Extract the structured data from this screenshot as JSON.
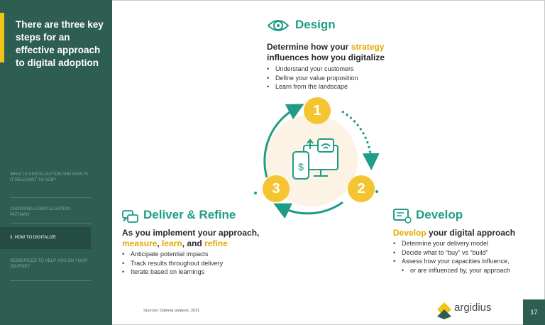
{
  "sidebar": {
    "headline": "There are three key steps for an effective approach to digital adoption",
    "nav": [
      {
        "label": "What is digitalization and how is it relevant to ADB?"
      },
      {
        "label": "Choosing a digitalization pathway"
      },
      {
        "label": "3. How to digitalize"
      },
      {
        "label": "Resources to help you on your journey"
      }
    ]
  },
  "design": {
    "title": "Design",
    "subhead_pre": "Determine how your ",
    "subhead_hl": "strategy",
    "subhead_post": "influences how you digitalize",
    "bullets": [
      "Understand your customers",
      "Define your value proposition",
      "Learn from the landscape"
    ]
  },
  "develop": {
    "title": "Develop",
    "subhead_hl": "Develop",
    "subhead_post": " your digital approach",
    "bullets": [
      "Determine your delivery model",
      "Decide what to “buy” vs “build”",
      "Assess how your capacities influence,",
      "or are influenced by, your approach"
    ]
  },
  "deliver": {
    "title": "Deliver & Refine",
    "subhead_line1": "As you implement your approach,",
    "kw1": "measure",
    "kw2": "learn",
    "kw_and": "and",
    "kw3": "refine",
    "bullets": [
      "Anticipate potential impacts",
      "Track results throughout delivery",
      "Iterate based on learnings"
    ]
  },
  "steps": [
    "1",
    "2",
    "3"
  ],
  "source": "Sources: Dalberg analysis, 2021",
  "brand": "argidius",
  "page_number": "17",
  "colors": {
    "sidebar": "#2e5d52",
    "accent": "#f0c419",
    "teal": "#1f9c85",
    "step": "#f4c531"
  }
}
